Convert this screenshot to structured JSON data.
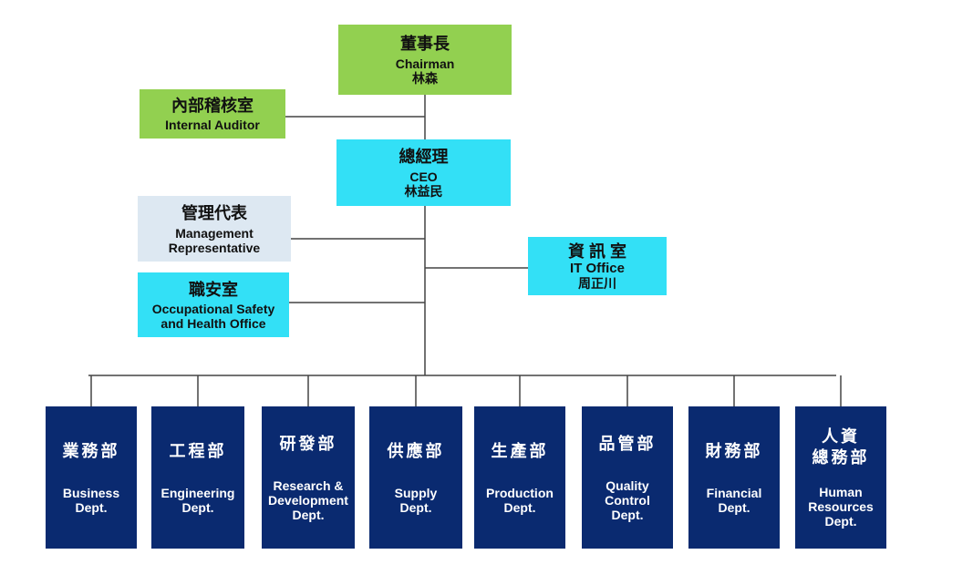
{
  "chairman": {
    "title_zh": "董事長",
    "title_en": "Chairman",
    "name": "林森"
  },
  "internal_auditor": {
    "title_zh": "內部稽核室",
    "title_en": "Internal Auditor"
  },
  "ceo": {
    "title_zh": "總經理",
    "title_en": "CEO",
    "name": "林益民"
  },
  "management_rep": {
    "title_zh": "管理代表",
    "title_en_line1": "Management",
    "title_en_line2": "Representative"
  },
  "safety_office": {
    "title_zh": "職安室",
    "title_en_line1": "Occupational Safety",
    "title_en_line2": "and Health Office"
  },
  "it_office": {
    "title_zh": "資 訊 室",
    "title_en": "IT Office",
    "name": "周正川"
  },
  "departments": [
    {
      "zh": [
        "業務部"
      ],
      "en": [
        "Business",
        "Dept."
      ]
    },
    {
      "zh": [
        "工程部"
      ],
      "en": [
        "Engineering",
        "Dept."
      ]
    },
    {
      "zh": [
        "研發部"
      ],
      "en": [
        "Research &",
        "Development",
        "Dept."
      ]
    },
    {
      "zh": [
        "供應部"
      ],
      "en": [
        "Supply",
        "Dept."
      ]
    },
    {
      "zh": [
        "生產部"
      ],
      "en": [
        "Production",
        "Dept."
      ]
    },
    {
      "zh": [
        "品管部"
      ],
      "en": [
        "Quality",
        "Control",
        "Dept."
      ]
    },
    {
      "zh": [
        "財務部"
      ],
      "en": [
        "Financial",
        "Dept."
      ]
    },
    {
      "zh": [
        "人資",
        "總務部"
      ],
      "en": [
        "Human",
        "Resources",
        "Dept."
      ]
    }
  ],
  "colors": {
    "green": "#92d050",
    "cyan": "#33e0f6",
    "pale": "#dde8f2",
    "navy": "#0a2a70",
    "line": "#444444"
  }
}
